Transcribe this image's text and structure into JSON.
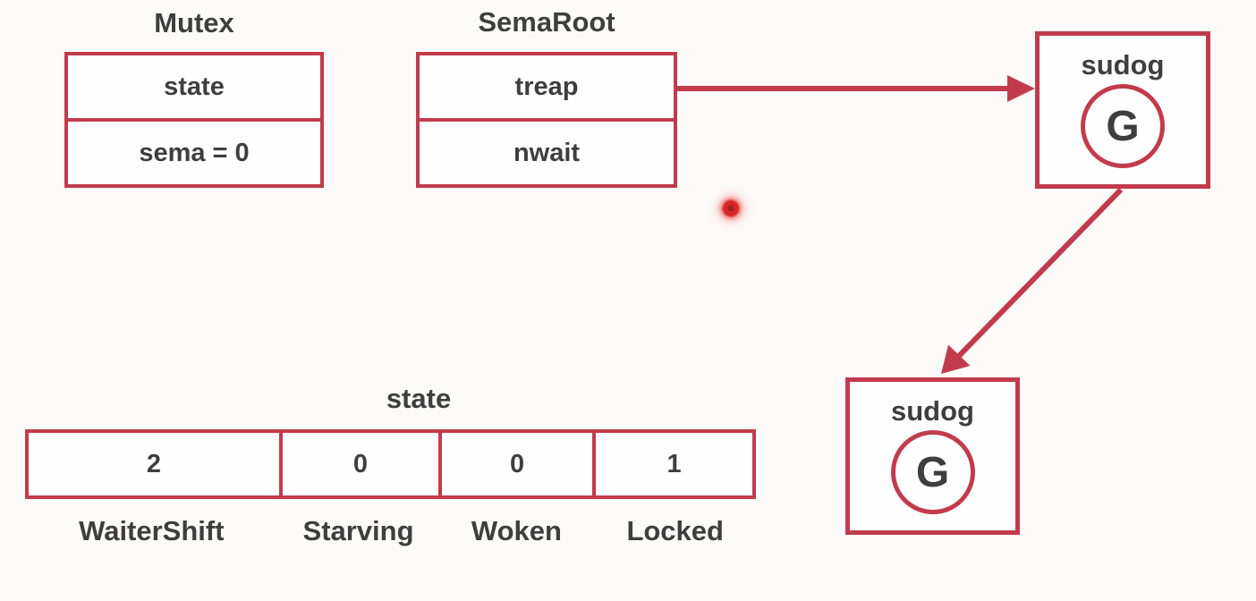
{
  "colors": {
    "accent": "#c23b4d",
    "text": "#3e3e3e",
    "background": "#fcfbf9",
    "laser_dot": "#d62828"
  },
  "mutex": {
    "title": "Mutex",
    "rows": [
      "state",
      "sema = 0"
    ]
  },
  "semaroot": {
    "title": "SemaRoot",
    "rows": [
      "treap",
      "nwait"
    ]
  },
  "sudog_top": {
    "title": "sudog",
    "goroutine": "G"
  },
  "sudog_bottom": {
    "title": "sudog",
    "goroutine": "G"
  },
  "state_table": {
    "title": "state",
    "cells": [
      {
        "value": "2",
        "label": "WaiterShift"
      },
      {
        "value": "0",
        "label": "Starving"
      },
      {
        "value": "0",
        "label": "Woken"
      },
      {
        "value": "1",
        "label": "Locked"
      }
    ]
  }
}
